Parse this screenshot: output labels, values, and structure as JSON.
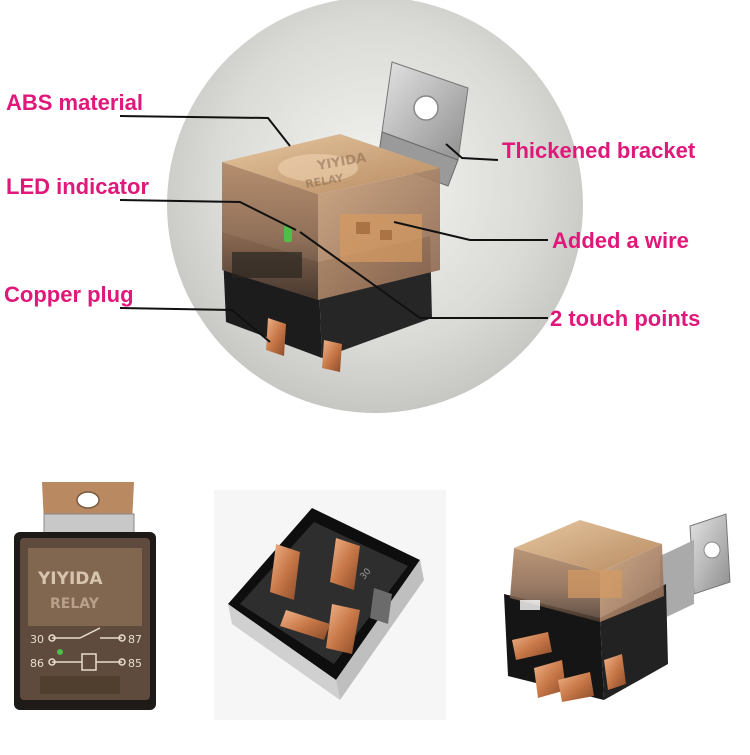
{
  "accent_color": "#e0187a",
  "callouts": [
    {
      "id": "abs",
      "text": "ABS material"
    },
    {
      "id": "led",
      "text": "LED indicator"
    },
    {
      "id": "copper",
      "text": "Copper plug"
    },
    {
      "id": "bracket",
      "text": "Thickened bracket"
    },
    {
      "id": "wire",
      "text": "Added a wire"
    },
    {
      "id": "touch",
      "text": "2 touch points"
    }
  ],
  "relay_markings": {
    "brand": "YIYIDA",
    "model": "RELAY",
    "pins": [
      "30",
      "87",
      "86",
      "85"
    ]
  }
}
